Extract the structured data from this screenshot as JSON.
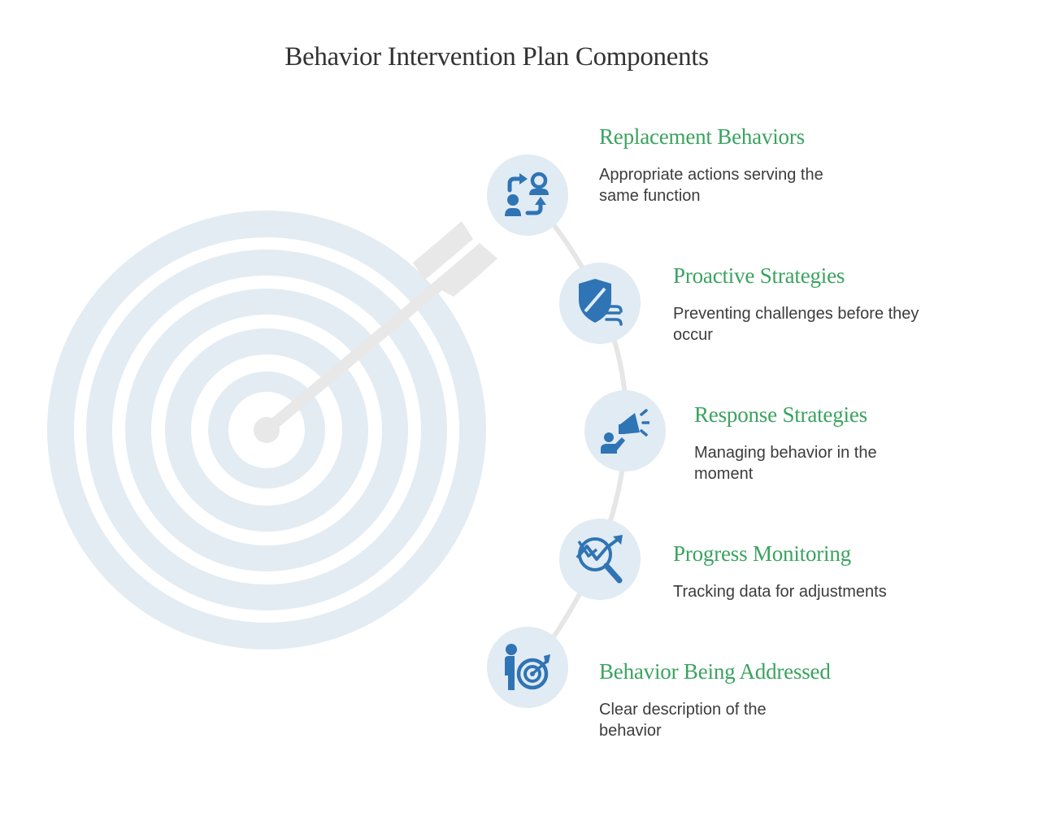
{
  "title": "Behavior Intervention Plan Components",
  "colors": {
    "accent_green": "#3aa35f",
    "icon_blue": "#2f74b5",
    "circle_bg": "#e1ebf3",
    "target_bg": "#e3ecf3",
    "arrow_gray": "#e8e8e8"
  },
  "items": [
    {
      "title": "Replacement Behaviors",
      "description": "Appropriate actions serving the same function",
      "icon": "person-swap-icon"
    },
    {
      "title": "Proactive Strategies",
      "description": "Preventing challenges before they occur",
      "icon": "shield-wind-icon"
    },
    {
      "title": "Response Strategies",
      "description": "Managing behavior in the moment",
      "icon": "megaphone-person-icon"
    },
    {
      "title": "Progress Monitoring",
      "description": "Tracking data for adjustments",
      "icon": "chart-magnifier-icon"
    },
    {
      "title": "Behavior Being Addressed",
      "description": "Clear description of the behavior",
      "icon": "person-target-icon"
    }
  ]
}
